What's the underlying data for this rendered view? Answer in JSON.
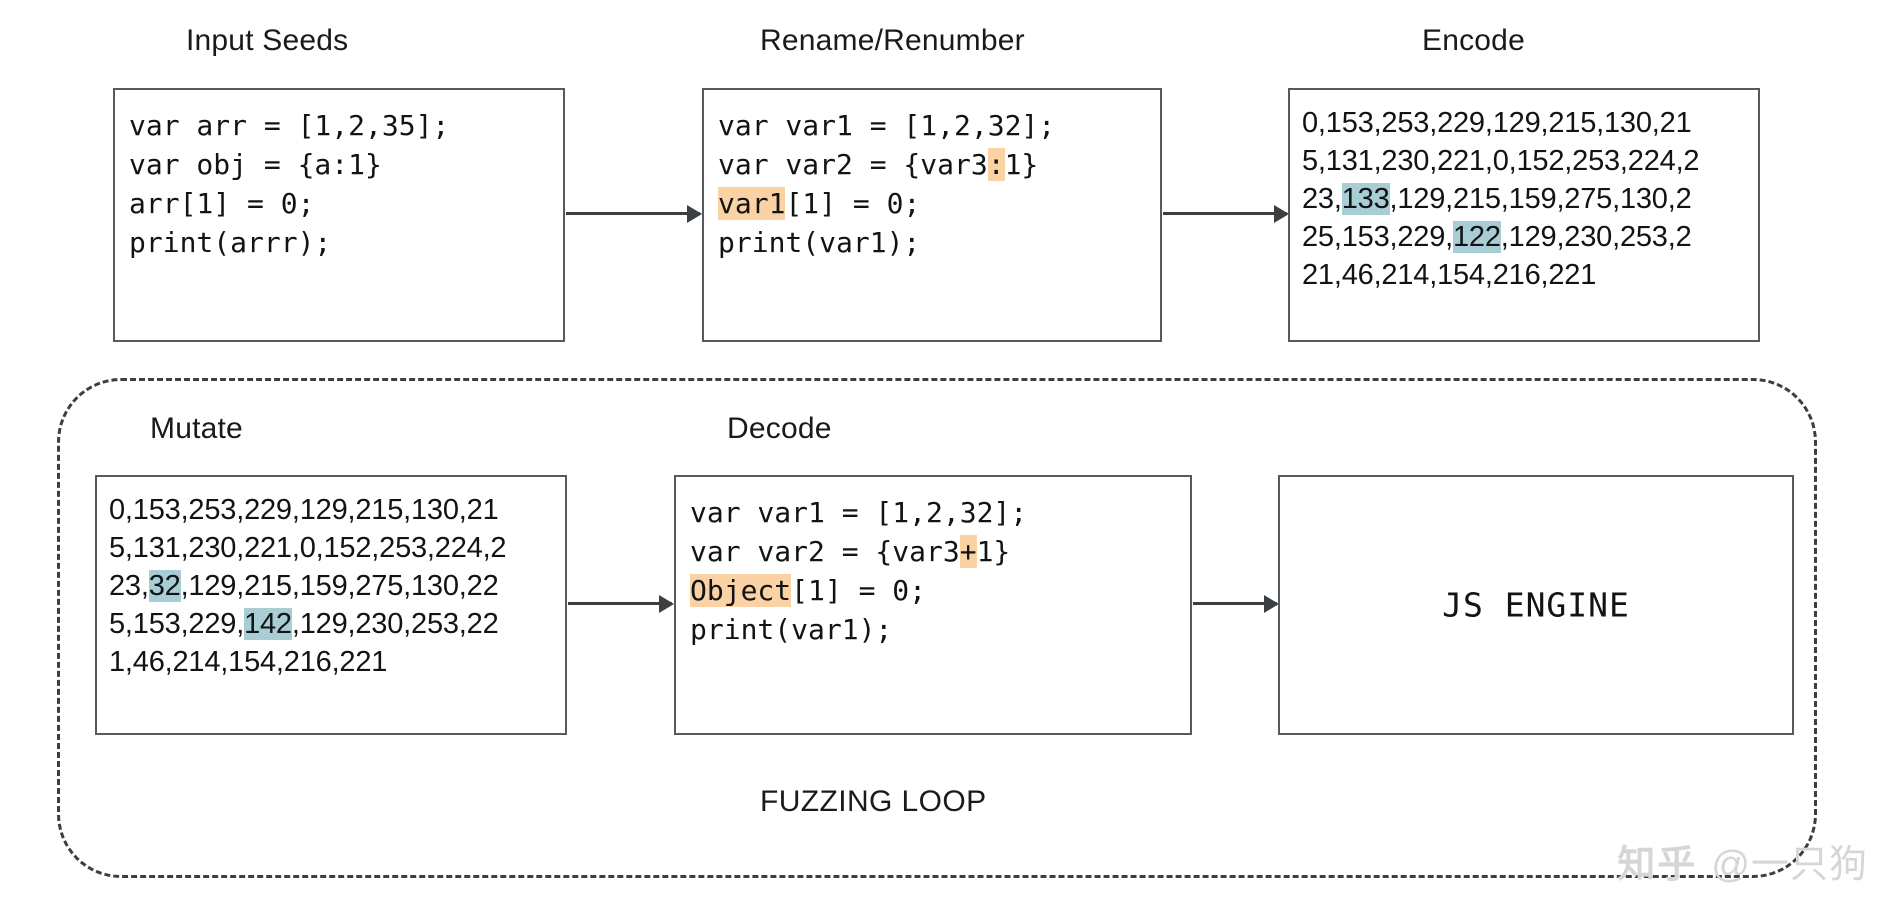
{
  "diagram": {
    "title_watermark": {
      "logo": "知乎",
      "handle": "@一只狗"
    },
    "loop_label": "FUZZING LOOP",
    "stages": {
      "input_seeds": {
        "caption": "Input Seeds",
        "lines": [
          "var arr = [1,2,35];",
          "var obj = {a:1}",
          "arr[1] = 0;",
          "print(arrr);"
        ]
      },
      "rename_renumber": {
        "caption": "Rename/Renumber",
        "line1_a": "var var1 = [1,2,32];",
        "line2_a": "var var2 = {var3",
        "line2_hl": ":",
        "line2_b": "1}",
        "line3_hl": "var1",
        "line3_b": "[1] = 0;",
        "line4_a": "print(var1);"
      },
      "encode": {
        "caption": "Encode",
        "seg1": "0,153,253,229,129,215,130,21\n5,131,230,221,0,152,253,224,2\n23,",
        "hl1": "133",
        "seg2": ",129,215,159,275,130,2\n25,153,229,",
        "hl2": "122",
        "seg3": ",129,230,253,2\n21,46,214,154,216,221"
      },
      "mutate": {
        "caption": "Mutate",
        "seg1": "0,153,253,229,129,215,130,21\n5,131,230,221,0,152,253,224,2\n23,",
        "hl1": "32",
        "seg2": ",129,215,159,275,130,22\n5,153,229,",
        "hl2": "142",
        "seg3": ",129,230,253,22\n1,46,214,154,216,221"
      },
      "decode": {
        "caption": "Decode",
        "line1_a": "var var1 = [1,2,32];",
        "line2_a": "var var2 = {var3",
        "line2_hl": "+",
        "line2_b": "1}",
        "line3_hl": "Object",
        "line3_b": "[1] = 0;",
        "line4_a": "print(var1);"
      },
      "js_engine": {
        "label": "JS ENGINE"
      }
    },
    "colors": {
      "highlight_orange": "#fbd2a4",
      "highlight_teal": "#a8cdd4",
      "box_border": "#555a5e",
      "arrow": "#3b3f42",
      "text": "#111315",
      "watermark": "#d4d6d8"
    }
  }
}
